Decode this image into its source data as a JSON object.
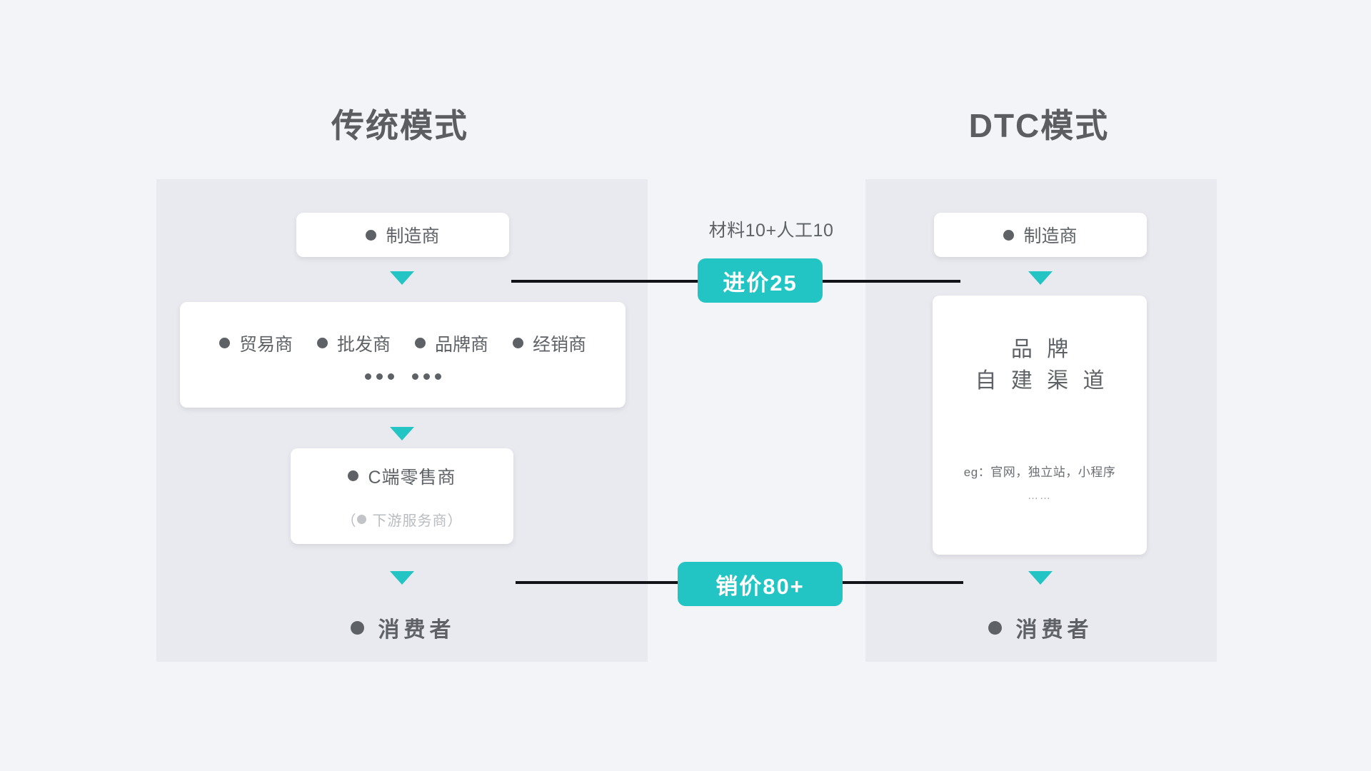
{
  "left_column": {
    "title": "传统模式",
    "manufacturer": {
      "label": "制造商",
      "bullet": "dot-icon"
    },
    "middlemen": {
      "items": [
        {
          "label": "贸易商"
        },
        {
          "label": "批发商"
        },
        {
          "label": "品牌商"
        },
        {
          "label": "经销商"
        }
      ],
      "ellipsis": "……"
    },
    "retailer": {
      "label": "C端零售商",
      "sub_label": "（ 下游服务商）",
      "sub_label_text": "下游服务商"
    },
    "consumer": {
      "label": "消费者"
    }
  },
  "right_column": {
    "title": "DTC模式",
    "manufacturer": {
      "label": "制造商"
    },
    "brand_channel": {
      "line1": "品 牌",
      "line2": "自 建 渠 道",
      "example": "eg：官网，独立站，小程序",
      "example_more": "……"
    },
    "consumer": {
      "label": "消费者"
    }
  },
  "center": {
    "cost_note": "材料10+人工10",
    "purchase_badge": "进价25",
    "sale_badge": "销价80+"
  },
  "colors": {
    "page_background": "#f2f4f8",
    "panel_background": "#e9eaef",
    "card_background": "#ffffff",
    "accent_teal": "#23c4c4",
    "text_dark": "#5e6165",
    "text_muted": "#b9bcc1",
    "connector_line": "#111318"
  }
}
